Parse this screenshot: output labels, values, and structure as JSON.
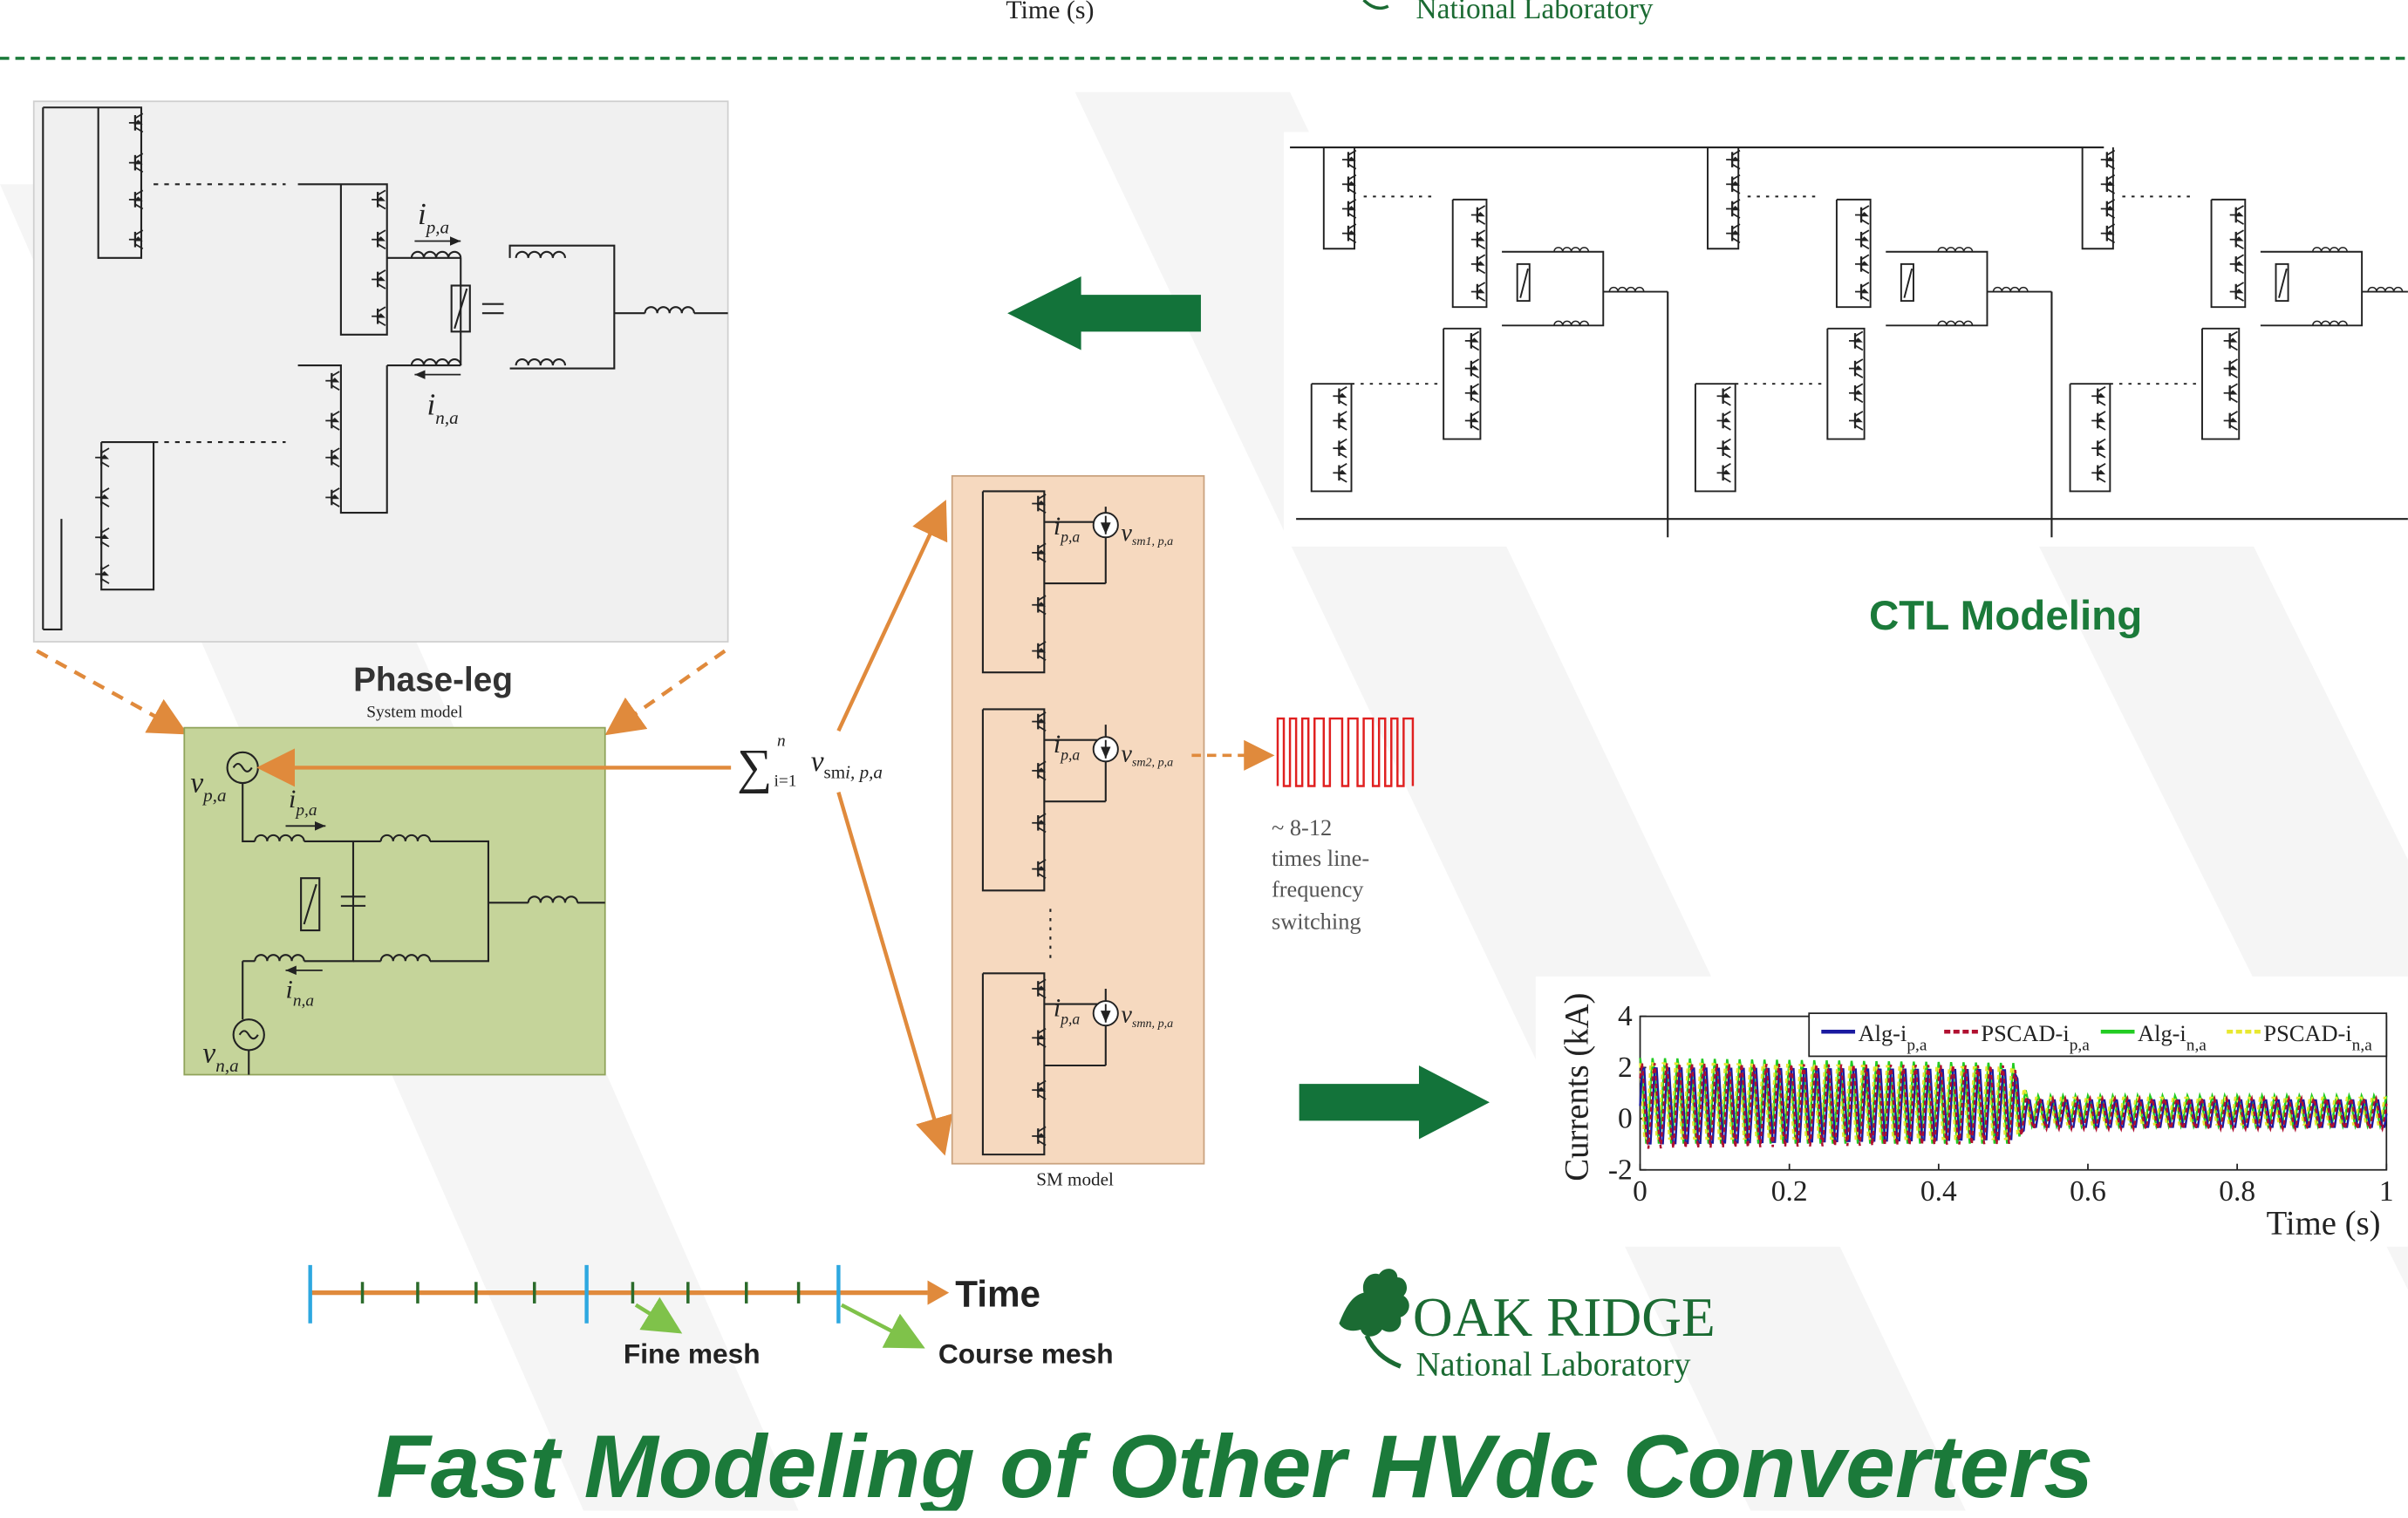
{
  "top_strip": {
    "time_label": "Time (s)",
    "org_line": "National Laboratory"
  },
  "phase_leg": {
    "caption": "Phase-leg",
    "system_caption": "System model",
    "labels": {
      "ip": "i",
      "ip_sub": "p,a",
      "in": "i",
      "in_sub": "n,a",
      "vp": "v",
      "vp_sub": "p,a",
      "vn": "v",
      "vn_sub": "n,a"
    }
  },
  "sum_label": {
    "sigma": "∑",
    "sup": "n",
    "sub": "i=1",
    "v": "v",
    "v_sub": "sm",
    "v_sub_i": "i, p,a"
  },
  "sm_model": {
    "caption": "SM model",
    "modules": [
      {
        "i": "i",
        "i_sub": "p,a",
        "v": "v",
        "v_sub": "sm1, p,a"
      },
      {
        "i": "i",
        "i_sub": "p,a",
        "v": "v",
        "v_sub": "sm2, p,a"
      },
      {
        "i": "i",
        "i_sub": "p,a",
        "v": "v",
        "v_sub": "smn, p,a"
      }
    ]
  },
  "switching_note": [
    "~ 8-12",
    "times line-",
    "frequency",
    "switching"
  ],
  "ctl": {
    "caption": "CTL Modeling"
  },
  "colors": {
    "green_title": "#1b7a3a",
    "arrow_green": "#13733a",
    "orange": "#e08a3c",
    "red": "#e02020",
    "phase_box": "#c5d49a",
    "sm_box": "#f6d9bf",
    "timeline_blue": "#2ea8e0"
  },
  "chart_data": {
    "type": "line",
    "xlabel": "Time (s)",
    "ylabel": "Currents (kA)",
    "xlim": [
      0,
      1
    ],
    "ylim": [
      -2,
      4
    ],
    "xticks": [
      "0",
      "0.2",
      "0.4",
      "0.6",
      "0.8",
      "1"
    ],
    "yticks": [
      "4",
      "2",
      "0",
      "-2"
    ],
    "legend_placement": "top",
    "series": [
      {
        "name": "Alg-i",
        "sub": "p,a",
        "color": "#1a1aa0",
        "style": "solid",
        "envelope": [
          [
            0.0,
            -1.2,
            2.2
          ],
          [
            0.5,
            -1.0,
            2.1
          ],
          [
            0.52,
            -0.4,
            0.8
          ],
          [
            1.0,
            -0.4,
            0.8
          ]
        ]
      },
      {
        "name": "PSCAD-i",
        "sub": "p,a",
        "color": "#b01030",
        "style": "dashed",
        "envelope": [
          [
            0.0,
            -1.2,
            2.2
          ],
          [
            0.5,
            -1.0,
            2.1
          ],
          [
            0.52,
            -0.4,
            0.8
          ],
          [
            1.0,
            -0.4,
            0.8
          ]
        ]
      },
      {
        "name": "Alg-i",
        "sub": "n,a",
        "color": "#22cc22",
        "style": "solid",
        "envelope": [
          [
            0.0,
            -1.0,
            2.4
          ],
          [
            0.5,
            -1.0,
            2.2
          ],
          [
            0.52,
            -0.3,
            0.9
          ],
          [
            1.0,
            -0.3,
            0.9
          ]
        ]
      },
      {
        "name": "PSCAD-i",
        "sub": "n,a",
        "color": "#e8e830",
        "style": "dashed",
        "envelope": [
          [
            0.0,
            -1.0,
            2.4
          ],
          [
            0.5,
            -1.0,
            2.2
          ],
          [
            0.52,
            -0.3,
            0.9
          ],
          [
            1.0,
            -0.3,
            0.9
          ]
        ]
      }
    ]
  },
  "timeline": {
    "time": "Time",
    "fine": "Fine mesh",
    "coarse": "Course mesh"
  },
  "logo": {
    "top": "OAK RIDGE",
    "bottom": "National Laboratory"
  },
  "title": "Fast Modeling of Other HVdc Converters"
}
